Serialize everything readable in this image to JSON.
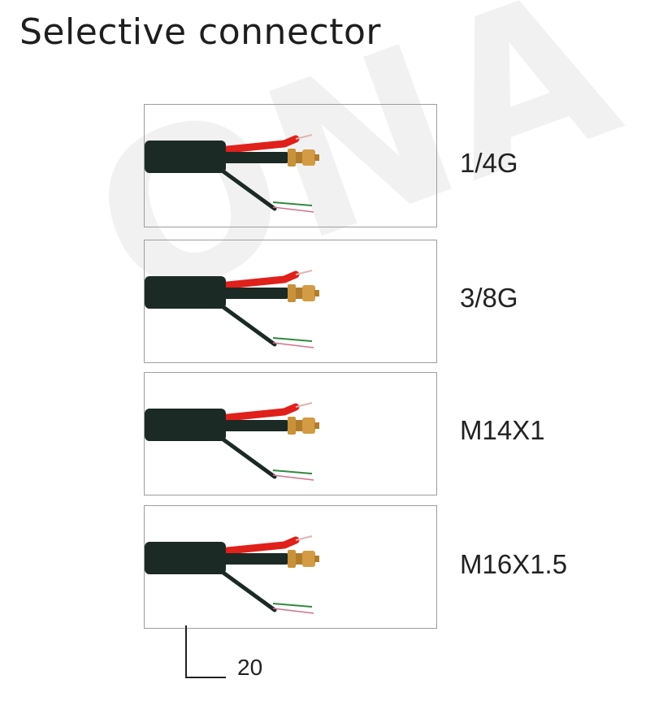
{
  "title": "Selective connector",
  "watermark": "ONA",
  "connector_options": [
    {
      "label": "1/4G"
    },
    {
      "label": "3/8G"
    },
    {
      "label": "M14X1"
    },
    {
      "label": "M16X1.5"
    }
  ],
  "dimension_label": "20",
  "colors": {
    "cable_jacket": "#1c2a26",
    "red_wire": "#e0201a",
    "brass_fitting": "#c8923a",
    "green_wire": "#2f8a3c",
    "pink_wire": "#d2708a",
    "frame_border": "#9d9d9d"
  }
}
